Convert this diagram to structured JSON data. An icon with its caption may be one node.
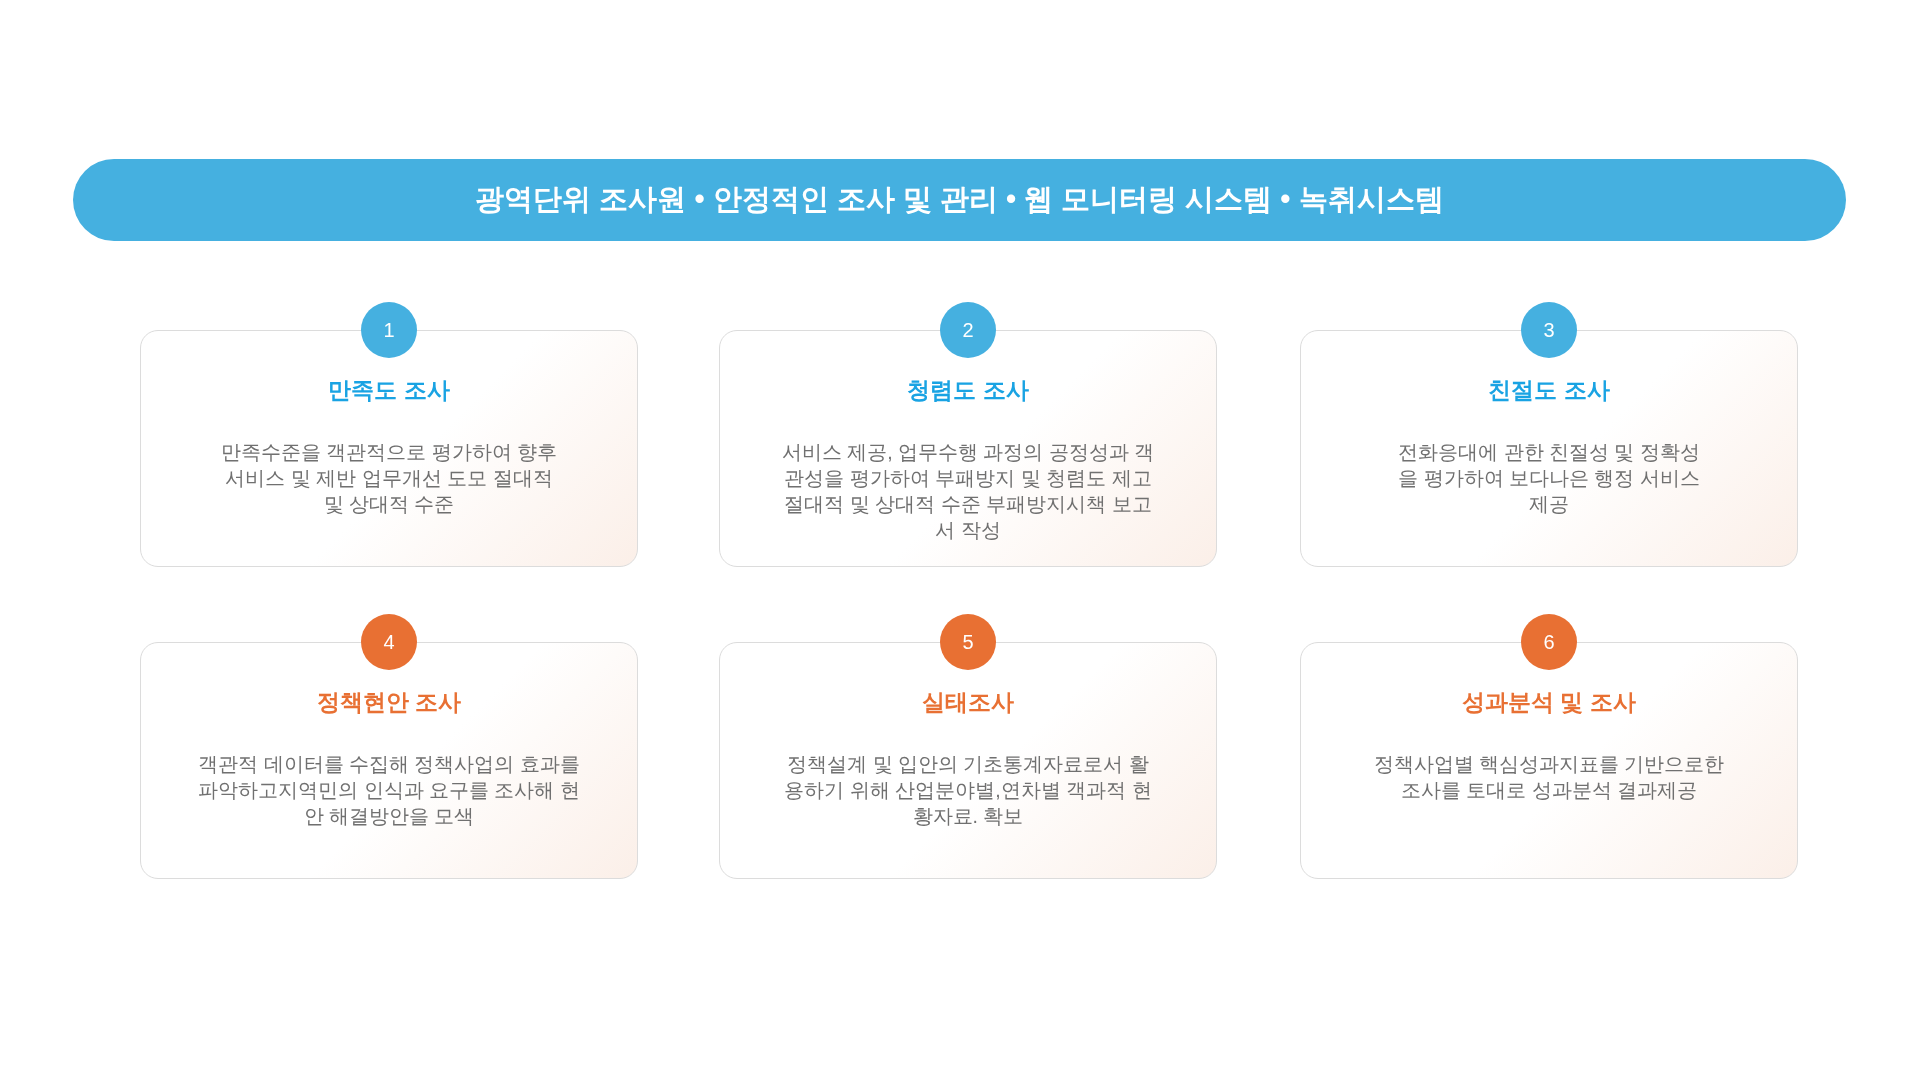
{
  "diagram": {
    "nodes": [
      {
        "text": [
          "광역단위 조사원 • 안정적인 조사 및 관리 • 웹 모니터링 시스템 • 녹취시스템"
        ]
      },
      {
        "text": [
          "1"
        ]
      },
      {
        "text": [
          "만족도 조사",
          "만족수준을 객관적으로 평가하여 향후 서비스 및 제반 업무개선 도모 절대적 및 상대적 수준"
        ]
      },
      {
        "text": [
          "2"
        ]
      },
      {
        "text": [
          "청렴도 조사",
          "서비스 제공, 업무수행 과정의 공정성과 객관성을 평가하여 부패방지 및 청렴도 제고 절대적 및 상대적 수준 부패방지시책 보고서 작성"
        ]
      },
      {
        "text": [
          "3"
        ]
      },
      {
        "text": [
          "친절도 조사",
          "전화응대에 관한 친절성 및 정확성을 평가하여 보다나은 행정 서비스 제공"
        ]
      },
      {
        "text": [
          "4"
        ]
      },
      {
        "text": [
          "정책현안 조사",
          "객관적 데이터를 수집해 정책사업의 효과를 파악하고지역민의 인식과 요구를 조사해 현안 해결방안을 모색"
        ]
      },
      {
        "text": [
          "5"
        ]
      },
      {
        "text": [
          "실태조사",
          "정책설계 및 입안의 기초통계자료로서 활용하기 위해 산업분야별,연차별 객과적 현황자료. 확보"
        ]
      },
      {
        "text": [
          "6"
        ]
      },
      {
        "text": [
          "성과분석 및 조사",
          "정책사업별 핵심성과지표를 기반으로한 조사를 토대로 성과분석 결과제공"
        ]
      }
    ]
  }
}
